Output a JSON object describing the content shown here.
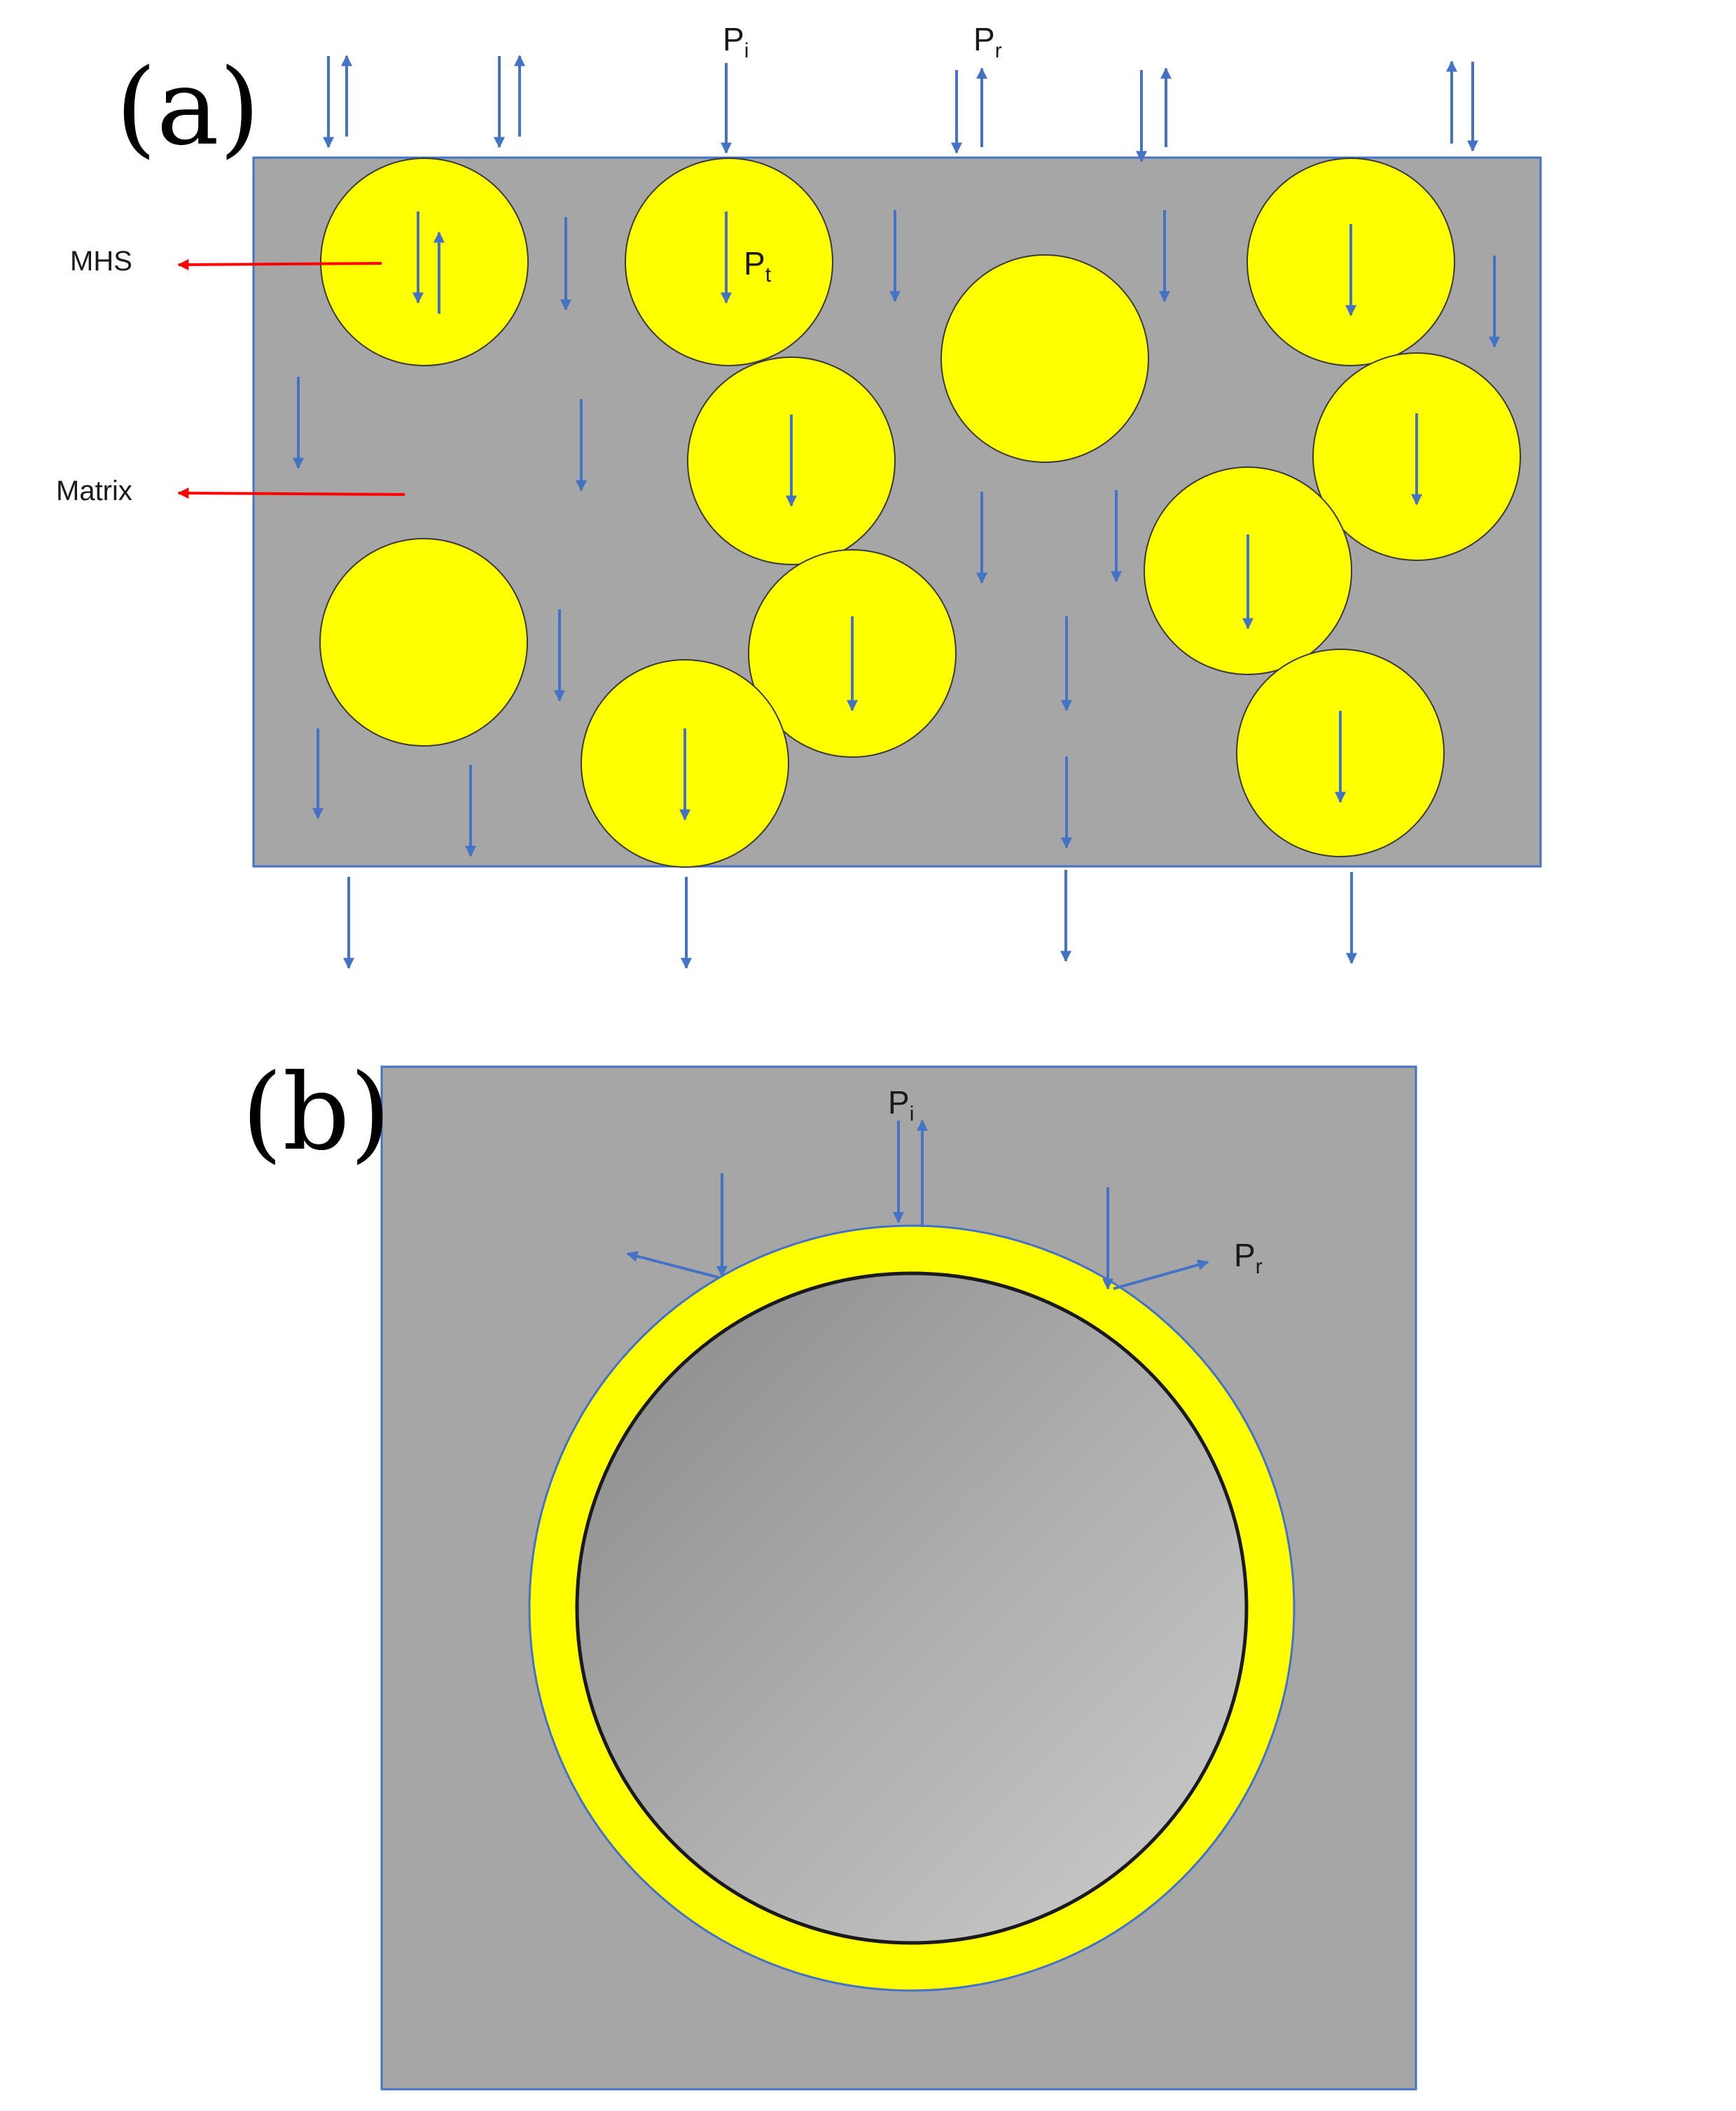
{
  "panel_a": {
    "label": "(a)",
    "mhs_label": "MHS",
    "matrix_label": "Matrix",
    "incident": {
      "symbol": "P",
      "subscript": "i"
    },
    "reflected": {
      "symbol": "P",
      "subscript": "r"
    },
    "transmitted": {
      "symbol": "P",
      "subscript": "t"
    }
  },
  "panel_b": {
    "label": "(b)",
    "incident": {
      "symbol": "P",
      "subscript": "i"
    },
    "reflected": {
      "symbol": "P",
      "subscript": "r"
    }
  },
  "colors": {
    "matrix": "#a6a6a6",
    "sphere": "#ffff00",
    "arrow": "#4472c4",
    "pointer": "#ff0000",
    "border": "#4472c4"
  }
}
